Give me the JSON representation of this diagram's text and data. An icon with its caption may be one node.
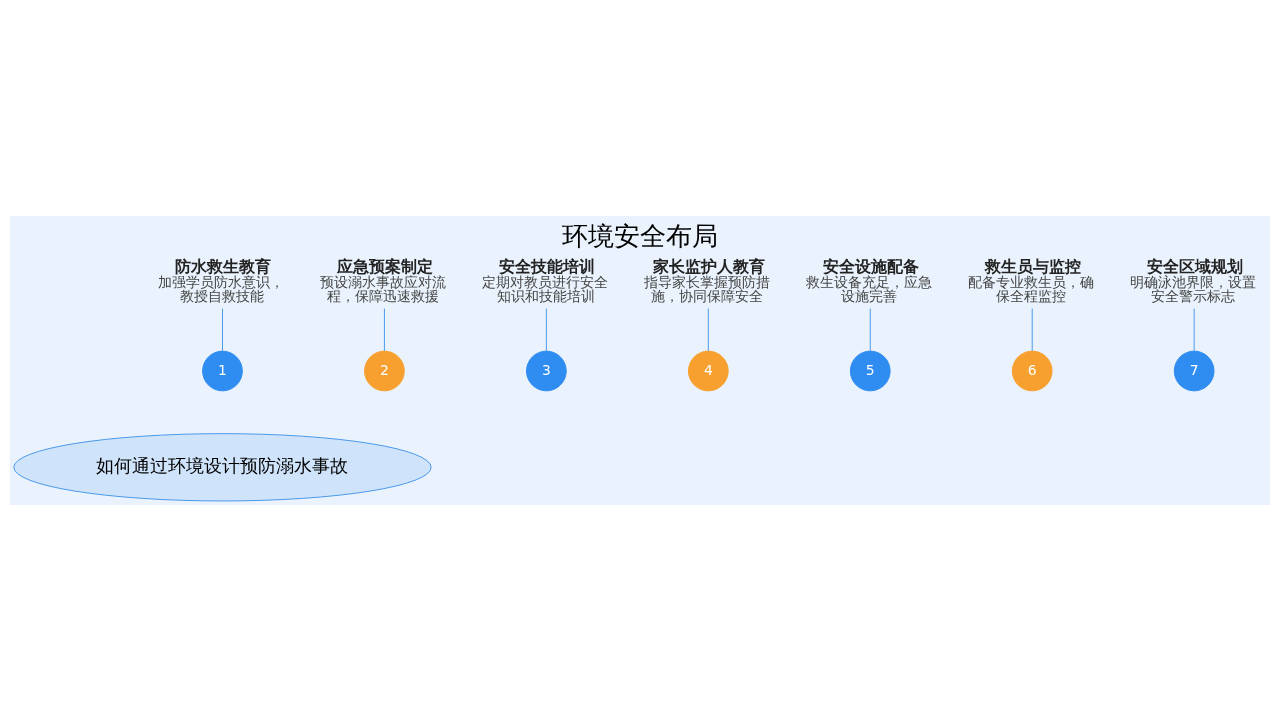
{
  "diagram": {
    "title": "环境安全布局",
    "nodes": [
      {
        "text": [
          "防水救生教育",
          "加强学员防水意识，教授自救技能"
        ]
      },
      {
        "text": [
          "应急预案制定",
          "预设溺水事故应对流程，保障迅速救援"
        ]
      },
      {
        "text": [
          "安全技能培训",
          "定期对教员进行安全知识和技能培训"
        ]
      },
      {
        "text": [
          "家长监护人教育",
          "指导家长掌握预防措施，协同保障安全"
        ]
      },
      {
        "text": [
          "安全设施配备",
          "救生设备充足，应急设施完善"
        ]
      },
      {
        "text": [
          "救生员与监控",
          "配备专业救生员，确保全程监控"
        ]
      },
      {
        "text": [
          "安全区域规划",
          "明确泳池界限，设置安全警示标志"
        ]
      },
      {
        "text": [
          "1"
        ]
      },
      {
        "text": [
          "2"
        ]
      },
      {
        "text": [
          "3"
        ]
      },
      {
        "text": [
          "4"
        ]
      },
      {
        "text": [
          "5"
        ]
      },
      {
        "text": [
          "6"
        ]
      },
      {
        "text": [
          "7"
        ]
      },
      {
        "text": [
          "如何通过环境设计预防溺水事故"
        ]
      }
    ],
    "edges": [
      {
        "from": 7,
        "to": 0,
        "arrow": "none"
      },
      {
        "from": 8,
        "to": 1,
        "arrow": "none"
      },
      {
        "from": 9,
        "to": 2,
        "arrow": "none"
      },
      {
        "from": 10,
        "to": 3,
        "arrow": "none"
      },
      {
        "from": 11,
        "to": 4,
        "arrow": "none"
      },
      {
        "from": 12,
        "to": 5,
        "arrow": "none"
      },
      {
        "from": 13,
        "to": 6,
        "arrow": "none"
      }
    ]
  }
}
